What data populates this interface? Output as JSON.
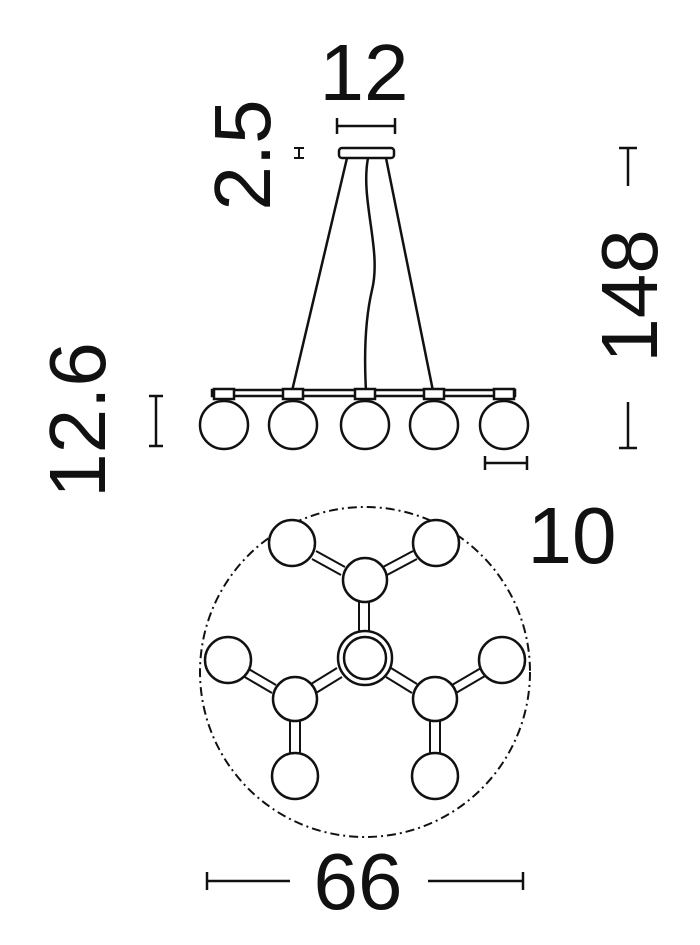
{
  "dimensions": {
    "canopy_width": "12",
    "canopy_height": "2.5",
    "total_height": "148",
    "bar_drop": "12.6",
    "globe_diameter": "10",
    "overall_diameter": "66"
  },
  "colors": {
    "stroke": "#111111",
    "background": "#ffffff"
  }
}
